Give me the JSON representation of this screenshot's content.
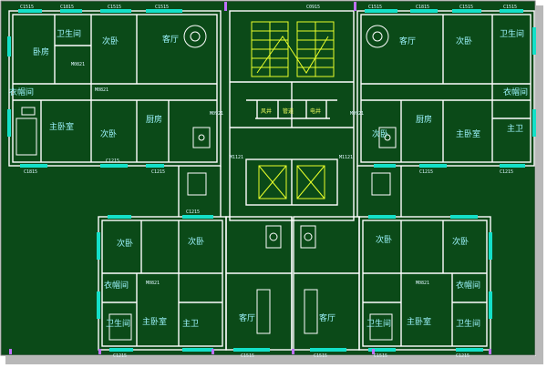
{
  "colors": {
    "background": "#0b4a18",
    "wall": "#ffffff",
    "window": "#14e0c8",
    "stair": "#e8ff2a",
    "label": "#9ef5ff",
    "tick": "#c070ff"
  },
  "rooms": {
    "bedroom_ul": "卧房",
    "bath_ul": "卫生间",
    "bedroom2_ul": "次卧",
    "living_ul": "客厅",
    "cloak_ul": "衣帽间",
    "master_ul": "主卧室",
    "second_ul": "次卧",
    "kitchen_ul": "厨房",
    "living_ur": "客厅",
    "bedroom2_ur": "次卧",
    "bath_ur": "卫生间",
    "cloak_ur": "衣帽间",
    "kitchen_ur": "厨房",
    "master_ur": "主卧室",
    "second_ur": "次卧",
    "bath2_ur": "主卫",
    "bedroom_ll": "次卧",
    "bedroom2_ll": "次卧",
    "cloak_ll": "衣帽间",
    "bath_ll": "卫生间",
    "master_ll": "主卧室",
    "bath2_ll": "主卫",
    "living_ll": "客厅",
    "living_lr": "客厅",
    "bedroom_lr": "次卧",
    "bedroom2_lr": "次卧",
    "cloak_lr": "衣帽间",
    "bath_lr": "卫生间",
    "master_lr": "主卧室",
    "bath2_lr": "卫生间",
    "core_a": "风井",
    "core_b": "管道",
    "core_c": "电井"
  },
  "codes": {
    "c1": "C1515",
    "c2": "C1815",
    "c3": "C1515",
    "c4": "C1515",
    "c5": "C1515",
    "c6": "C1815",
    "c7": "C1515",
    "c8": "C1515",
    "c9": "C0915",
    "c10": "C1815",
    "c11": "C1215",
    "c12": "C1215",
    "c13": "C1215",
    "c14": "C1215",
    "c15": "C1215",
    "c16": "C1515",
    "c17": "C1215",
    "c18": "C1515",
    "c19": "C1515",
    "c20": "C1215",
    "m1": "M0821",
    "m2": "M0821",
    "m3": "M0921",
    "m4": "M1121",
    "m5": "M1121",
    "m6": "M0921",
    "m7": "M0821",
    "m8": "M0821"
  }
}
